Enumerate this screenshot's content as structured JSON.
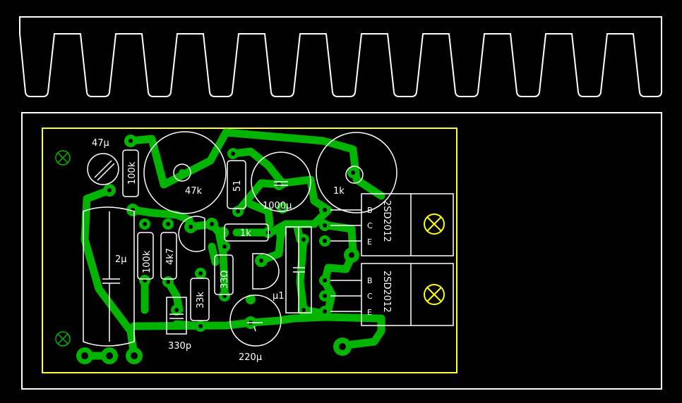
{
  "colors": {
    "background": "#000000",
    "outline": "#ffffff",
    "board": "#ffff33",
    "copper": "#00b400",
    "pad_hole": "#000000",
    "mount_hole": "#ffff00"
  },
  "labels": {
    "c_47u": "47µ",
    "r_100k_top": "100k",
    "pot_47k": "47k",
    "r_51": "51",
    "c_1000u": "1000µ",
    "pot_1k": "1k",
    "c_2u": "2µ",
    "r_100k_mid": "100k",
    "r_4k7": "4k7",
    "r_1k_mid": "1k",
    "r_33k": "33k",
    "r_33r": "33Ω",
    "c_330p": "330p",
    "c_220u": "220µ",
    "c_u1": "µ1",
    "q1_part": "2SD2012",
    "q2_part": "2SD2012",
    "pin_b": "B",
    "pin_c": "C",
    "pin_e": "E"
  },
  "icons": {
    "mount_hole": "mounting-hole-icon",
    "cross_mark": "cross-mark-icon"
  }
}
